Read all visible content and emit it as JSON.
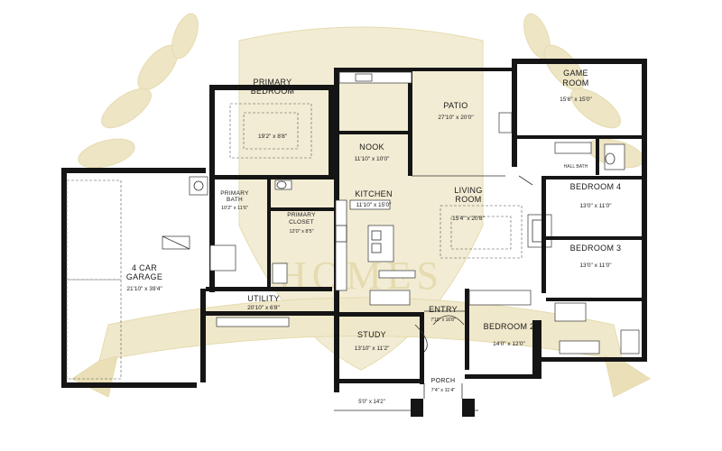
{
  "colors": {
    "wall": "#151515",
    "watermark": "#e9dfb4",
    "background": "#ffffff"
  },
  "watermark": {
    "icon": "crest-shield-with-laurel",
    "text": "HOMES"
  },
  "rooms": {
    "game_room": {
      "name_line1": "GAME",
      "name_line2": "ROOM",
      "size": "15'6\" x 15'0\""
    },
    "patio": {
      "name": "PATIO",
      "size": "27'10\" x 20'0\""
    },
    "primary_bedroom": {
      "name_line1": "PRIMARY",
      "name_line2": "BEDROOM",
      "size": "19'2\" x 8'8\""
    },
    "nook": {
      "name": "NOOK",
      "size": "11'10\" x 10'0\""
    },
    "kitchen": {
      "name": "KITCHEN",
      "size": "11'10\" x 15'0\""
    },
    "living_room": {
      "name_line1": "LIVING",
      "name_line2": "ROOM",
      "size": "15'4\" x 20'8\""
    },
    "primary_bath": {
      "name_line1": "PRIMARY",
      "name_line2": "BATH",
      "size": "10'2\" x 11'6\""
    },
    "primary_closet": {
      "name_line1": "PRIMARY",
      "name_line2": "CLOSET",
      "size": "12'0\" x 8'5\""
    },
    "garage": {
      "name_line1": "4 CAR",
      "name_line2": "GARAGE",
      "size": "21'10\" x 39'4\""
    },
    "utility": {
      "name": "UTILITY",
      "size": "20'10\" x 6'8\""
    },
    "bedroom_4": {
      "name": "BEDROOM 4",
      "size": "13'0\" x 11'0\""
    },
    "bedroom_3": {
      "name": "BEDROOM 3",
      "size": "13'0\" x 11'0\""
    },
    "bedroom_2": {
      "name": "BEDROOM 2",
      "size": "14'0\" x 12'0\""
    },
    "study": {
      "name": "STUDY",
      "size": "13'10\" x 11'2\""
    },
    "entry": {
      "name": "ENTRY",
      "size": "7'10\" x 16'8\""
    },
    "porch": {
      "name": "PORCH",
      "size": "7'4\" x 11'4\""
    },
    "front_porch": {
      "size": "5'0\" x 14'2\""
    },
    "hall_bath": {
      "name": "HALL BATH"
    }
  }
}
